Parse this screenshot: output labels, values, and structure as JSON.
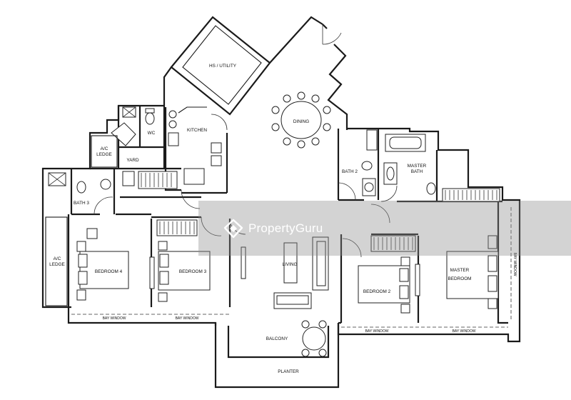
{
  "rooms": {
    "hs_utility": "HS / UTILITY",
    "dining": "DINING",
    "wc": "WC",
    "kitchen": "KITCHEN",
    "ac_ledge_top_1": "A/C",
    "ac_ledge_top_2": "LEDGE",
    "yard": "YARD",
    "bath3": "BATH 3",
    "bath2": "BATH 2",
    "master_bath_1": "MASTER",
    "master_bath_2": "BATH",
    "ac_ledge_left_1": "A/C",
    "ac_ledge_left_2": "LEDGE",
    "bedroom4": "BEDROOM 4",
    "bedroom3": "BEDROOM 3",
    "living": "LIVING",
    "bedroom2": "BEDROOM 2",
    "master_bedroom_1": "MASTER",
    "master_bedroom_2": "BEDROOM",
    "balcony": "BALCONY",
    "planter": "PLANTER"
  },
  "bay_windows": {
    "b4": "BAY WINDOW",
    "b3": "BAY WINDOW",
    "b2": "BAY WINDOW",
    "master": "BAY WINDOW",
    "master_side": "BAY WINDOW"
  },
  "watermark": {
    "text": "PropertyGuru",
    "band_color": "#8c8c8c"
  }
}
